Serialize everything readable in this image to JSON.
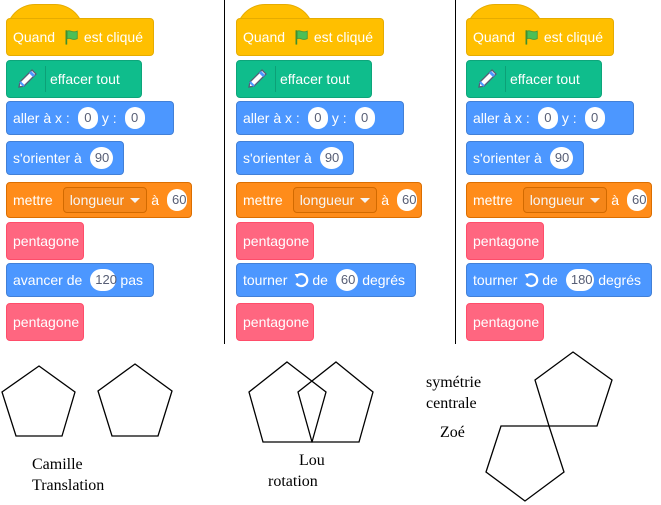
{
  "scripts": [
    {
      "hat": {
        "before": "Quand",
        "after": "est cliqué"
      },
      "clear": "effacer tout",
      "goto": {
        "label_x": "aller à x :",
        "x": "0",
        "label_y": "y :",
        "y": "0"
      },
      "point": {
        "label": "s'orienter à",
        "value": "90"
      },
      "set": {
        "label": "mettre",
        "variable": "longueur",
        "to": "à",
        "value": "60"
      },
      "call1": "pentagone",
      "move": {
        "label": "avancer de",
        "value": "120",
        "unit": "pas"
      },
      "call2": "pentagone"
    },
    {
      "hat": {
        "before": "Quand",
        "after": "est cliqué"
      },
      "clear": "effacer tout",
      "goto": {
        "label_x": "aller à x :",
        "x": "0",
        "label_y": "y :",
        "y": "0"
      },
      "point": {
        "label": "s'orienter à",
        "value": "90"
      },
      "set": {
        "label": "mettre",
        "variable": "longueur",
        "to": "à",
        "value": "60"
      },
      "call1": "pentagone",
      "turn": {
        "label": "tourner",
        "de": "de",
        "value": "60",
        "unit": "degrés"
      },
      "call2": "pentagone"
    },
    {
      "hat": {
        "before": "Quand",
        "after": "est cliqué"
      },
      "clear": "effacer tout",
      "goto": {
        "label_x": "aller à x :",
        "x": "0",
        "label_y": "y :",
        "y": "0"
      },
      "point": {
        "label": "s'orienter à",
        "value": "90"
      },
      "set": {
        "label": "mettre",
        "variable": "longueur",
        "to": "à",
        "value": "60"
      },
      "call1": "pentagone",
      "turn": {
        "label": "tourner",
        "de": "de",
        "value": "180",
        "unit": "degrés"
      },
      "call2": "pentagone"
    }
  ],
  "captions": {
    "camille": {
      "name": "Camille",
      "transform": "Translation"
    },
    "lou": {
      "name": "Lou",
      "transform": "rotation"
    },
    "zoe": {
      "transform_line1": "symétrie",
      "transform_line2": "centrale",
      "name": "Zoé"
    }
  },
  "colors": {
    "events": "#FFBF00",
    "pen": "#0FBD8C",
    "motion": "#4C97FF",
    "variables": "#FF8C1A",
    "my_blocks": "#FF6680"
  },
  "icons": [
    "green-flag-icon",
    "pen-icon",
    "rotate-left-icon",
    "dropdown-arrow-icon"
  ]
}
